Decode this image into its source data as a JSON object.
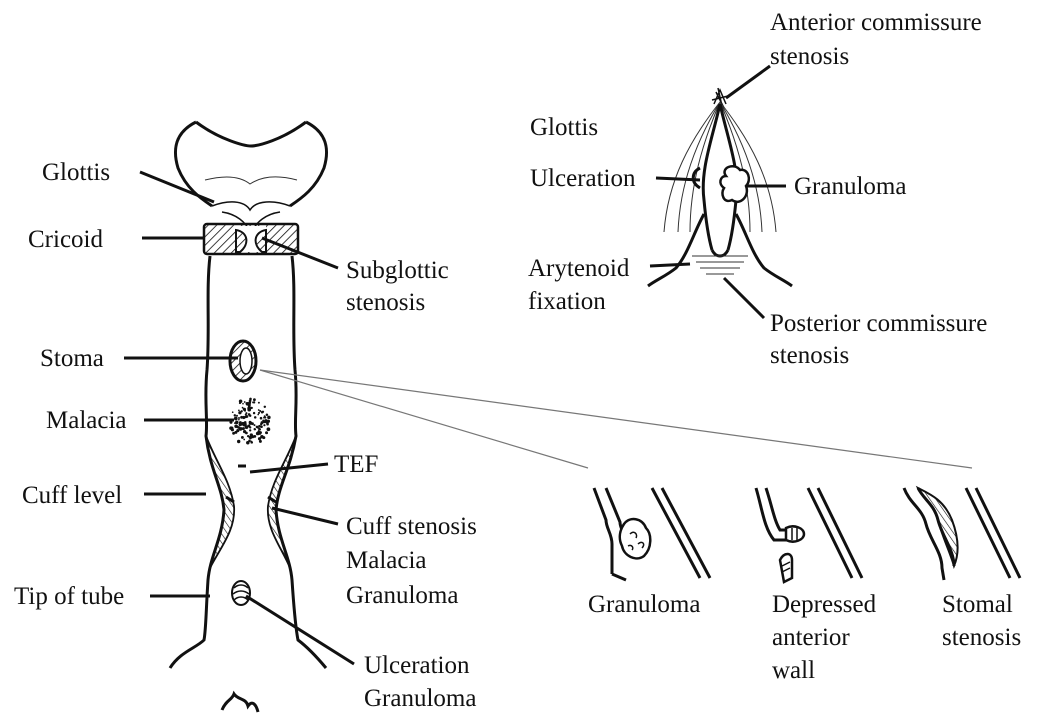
{
  "trachea_labels": {
    "glottis": "Glottis",
    "cricoid": "Cricoid",
    "subglottic_1": "Subglottic",
    "subglottic_2": "stenosis",
    "stoma": "Stoma",
    "malacia": "Malacia",
    "tef": "TEF",
    "cuff_level": "Cuff level",
    "cuff_1": "Cuff stenosis",
    "cuff_2": "Malacia",
    "cuff_3": "Granuloma",
    "tip": "Tip of tube",
    "tip_1": "Ulceration",
    "tip_2": "Granuloma"
  },
  "glottis_labels": {
    "anterior_1": "Anterior commissure",
    "anterior_2": "stenosis",
    "glottis": "Glottis",
    "ulceration": "Ulceration",
    "granuloma": "Granuloma",
    "arytenoid_1": "Arytenoid",
    "arytenoid_2": "fixation",
    "posterior_1": "Posterior commissure",
    "posterior_2": "stenosis"
  },
  "stoma_detail_labels": {
    "granuloma": "Granuloma",
    "depressed_1": "Depressed",
    "depressed_2": "anterior",
    "depressed_3": "wall",
    "stomal_1": "Stomal",
    "stomal_2": "stenosis"
  }
}
